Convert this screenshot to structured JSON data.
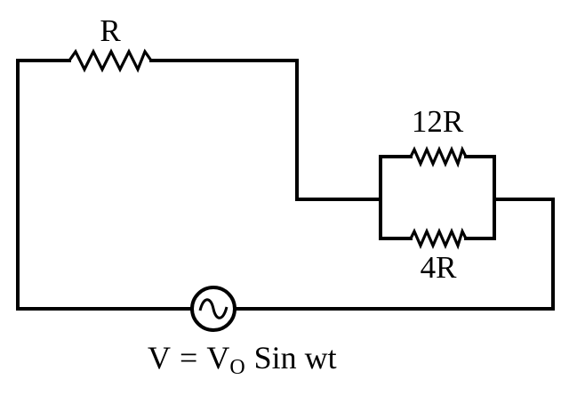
{
  "resistors": {
    "top": {
      "label": "R"
    },
    "parallel_upper": {
      "label": "12R"
    },
    "parallel_lower": {
      "label": "4R"
    }
  },
  "source": {
    "icon": "ac-source-icon",
    "equation": {
      "lhs": "V",
      "equals": "=",
      "v": "V",
      "v_subscript": "O",
      "expr": "Sin wt"
    }
  }
}
